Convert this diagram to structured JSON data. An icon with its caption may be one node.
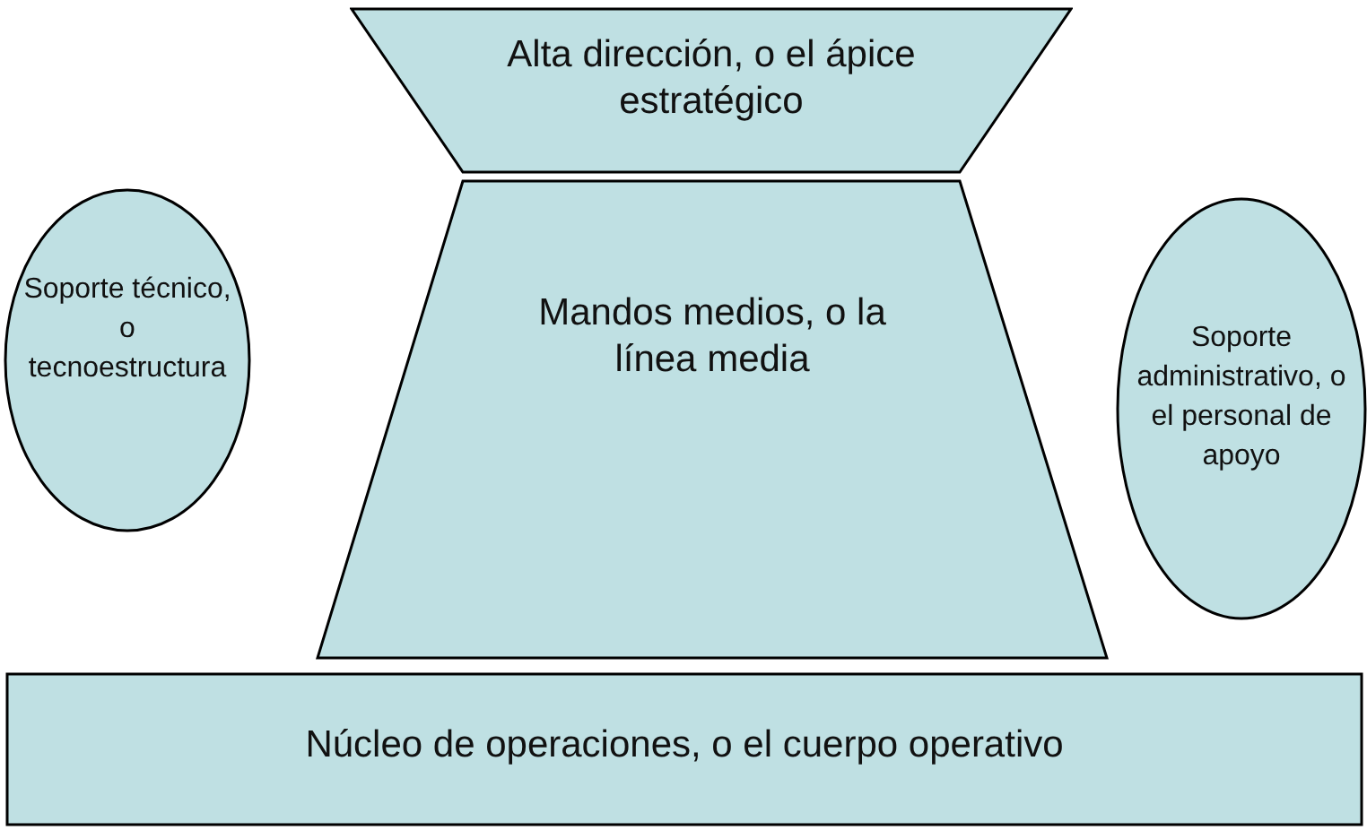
{
  "diagram": {
    "nodes": [
      {
        "text": [
          "Alta dirección, o el ápice estratégico"
        ]
      },
      {
        "text": [
          "Soporte técnico, o tecnoestructura"
        ]
      },
      {
        "text": [
          "Mandos medios, o la línea media"
        ]
      },
      {
        "text": [
          "Soporte administrativo, o el personal de apoyo"
        ]
      },
      {
        "text": [
          "Núcleo de operaciones, o el cuerpo operativo"
        ]
      }
    ],
    "edges": []
  }
}
